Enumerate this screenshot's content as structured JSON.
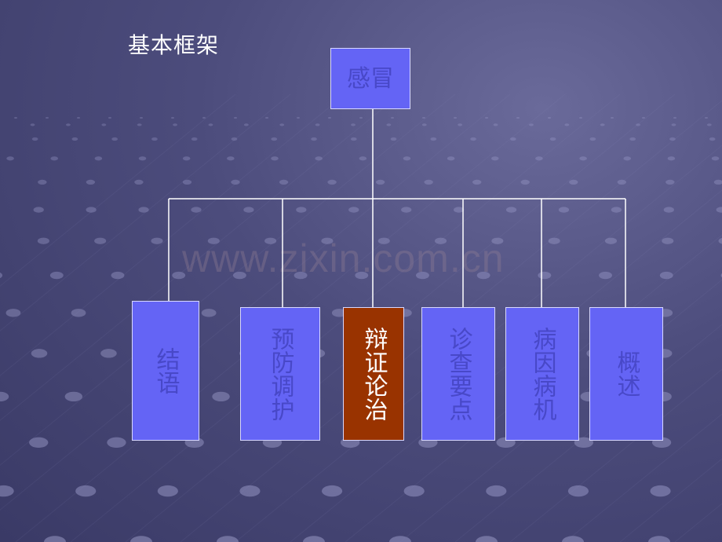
{
  "slide": {
    "title": "基本框架",
    "watermark": "www.zixin.com.cn"
  },
  "diagram": {
    "root": "感冒",
    "children": [
      {
        "label": "结语"
      },
      {
        "label": "预防调护"
      },
      {
        "label": "辩证论治",
        "highlighted": true
      },
      {
        "label": "诊查要点"
      },
      {
        "label": "病因病机"
      },
      {
        "label": "概述"
      }
    ]
  },
  "colors": {
    "node_fill": "#6464f5",
    "node_text": "#4848c8",
    "highlight_fill": "#993300",
    "highlight_text": "#ffffff",
    "connector": "#ffffff"
  }
}
